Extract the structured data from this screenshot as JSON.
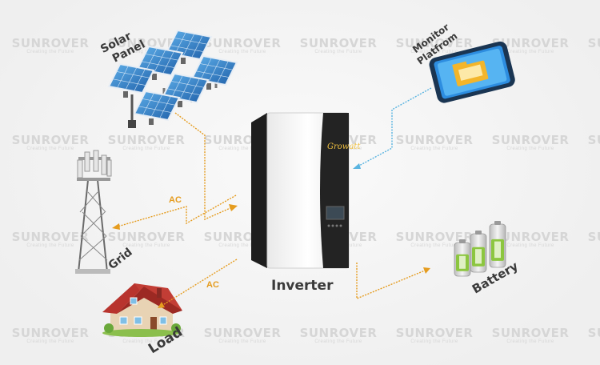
{
  "watermark": {
    "brand": "SUNROVER",
    "tagline": "Creating the Future"
  },
  "labels": {
    "solar_line1": "Solar",
    "solar_line2": "Panel",
    "monitor_line1": "Monitor",
    "monitor_line2": "Platfrom",
    "grid": "Grid",
    "load": "Load",
    "battery": "Battery",
    "inverter": "Inverter",
    "inverter_brand": "Growatt",
    "ac_top": "AC",
    "ac_bottom": "AC"
  },
  "colors": {
    "ac_line": "#e59c1f",
    "signal_line": "#5ab4e0",
    "battery_green": "#8cc63f",
    "phone_blue": "#1c7ed6",
    "roof_red": "#b8342e"
  }
}
